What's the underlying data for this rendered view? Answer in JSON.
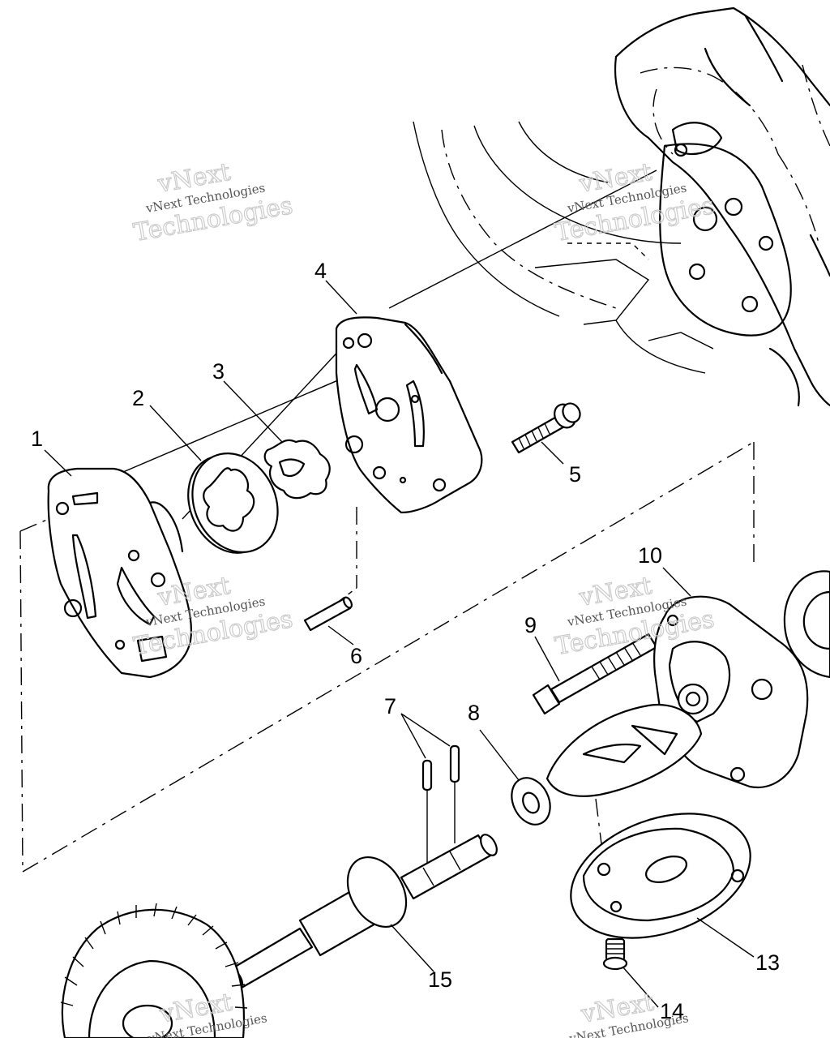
{
  "labels": {
    "p1": "1",
    "p2": "2",
    "p3": "3",
    "p4": "4",
    "p5": "5",
    "p6": "6",
    "p7": "7",
    "p8": "8",
    "p9": "9",
    "p10": "10",
    "p13": "13",
    "p14": "14",
    "p15": "15"
  },
  "watermark": {
    "line1": "vNext",
    "line2": "vNext Technologies",
    "line3": "Technologies"
  }
}
